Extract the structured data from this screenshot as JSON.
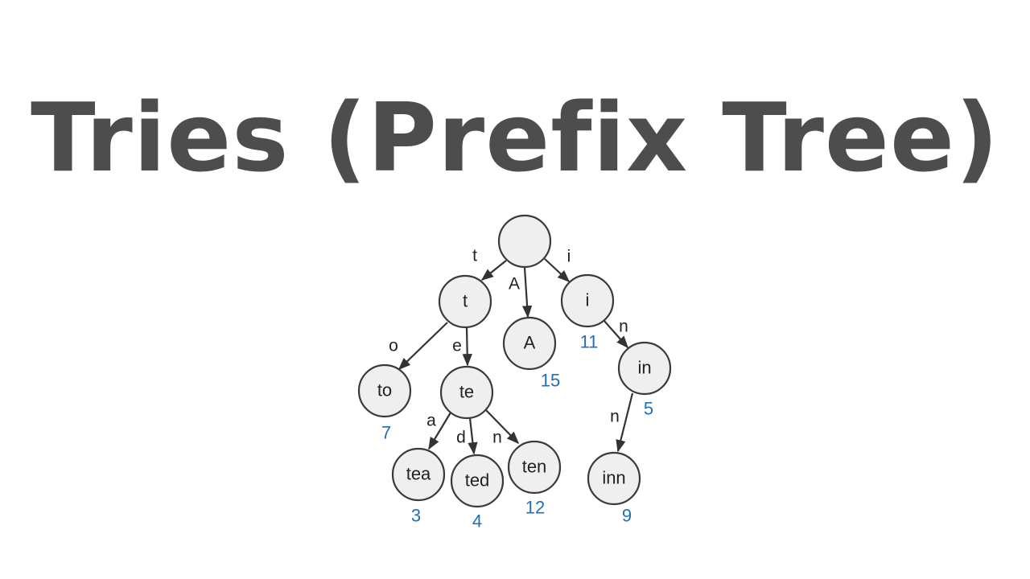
{
  "title": "Tries (Prefix Tree)",
  "colors": {
    "title": "#4d4d4d",
    "node_fill": "#efefef",
    "node_stroke": "#3a3a3a",
    "value": "#1f6fb8"
  },
  "trie": {
    "nodes": {
      "root": {
        "label": "",
        "value": ""
      },
      "t": {
        "label": "t",
        "value": ""
      },
      "A": {
        "label": "A",
        "value": "15"
      },
      "i": {
        "label": "i",
        "value": "11"
      },
      "to": {
        "label": "to",
        "value": "7"
      },
      "te": {
        "label": "te",
        "value": ""
      },
      "in": {
        "label": "in",
        "value": "5"
      },
      "tea": {
        "label": "tea",
        "value": "3"
      },
      "ted": {
        "label": "ted",
        "value": "4"
      },
      "ten": {
        "label": "ten",
        "value": "12"
      },
      "inn": {
        "label": "inn",
        "value": "9"
      }
    },
    "edges": {
      "root_t": {
        "from": "root",
        "to": "t",
        "label": "t"
      },
      "root_A": {
        "from": "root",
        "to": "A",
        "label": "A"
      },
      "root_i": {
        "from": "root",
        "to": "i",
        "label": "i"
      },
      "t_to": {
        "from": "t",
        "to": "to",
        "label": "o"
      },
      "t_te": {
        "from": "t",
        "to": "te",
        "label": "e"
      },
      "i_in": {
        "from": "i",
        "to": "in",
        "label": "n"
      },
      "te_tea": {
        "from": "te",
        "to": "tea",
        "label": "a"
      },
      "te_ted": {
        "from": "te",
        "to": "ted",
        "label": "d"
      },
      "te_ten": {
        "from": "te",
        "to": "ten",
        "label": "n"
      },
      "in_inn": {
        "from": "in",
        "to": "inn",
        "label": "n"
      }
    }
  }
}
